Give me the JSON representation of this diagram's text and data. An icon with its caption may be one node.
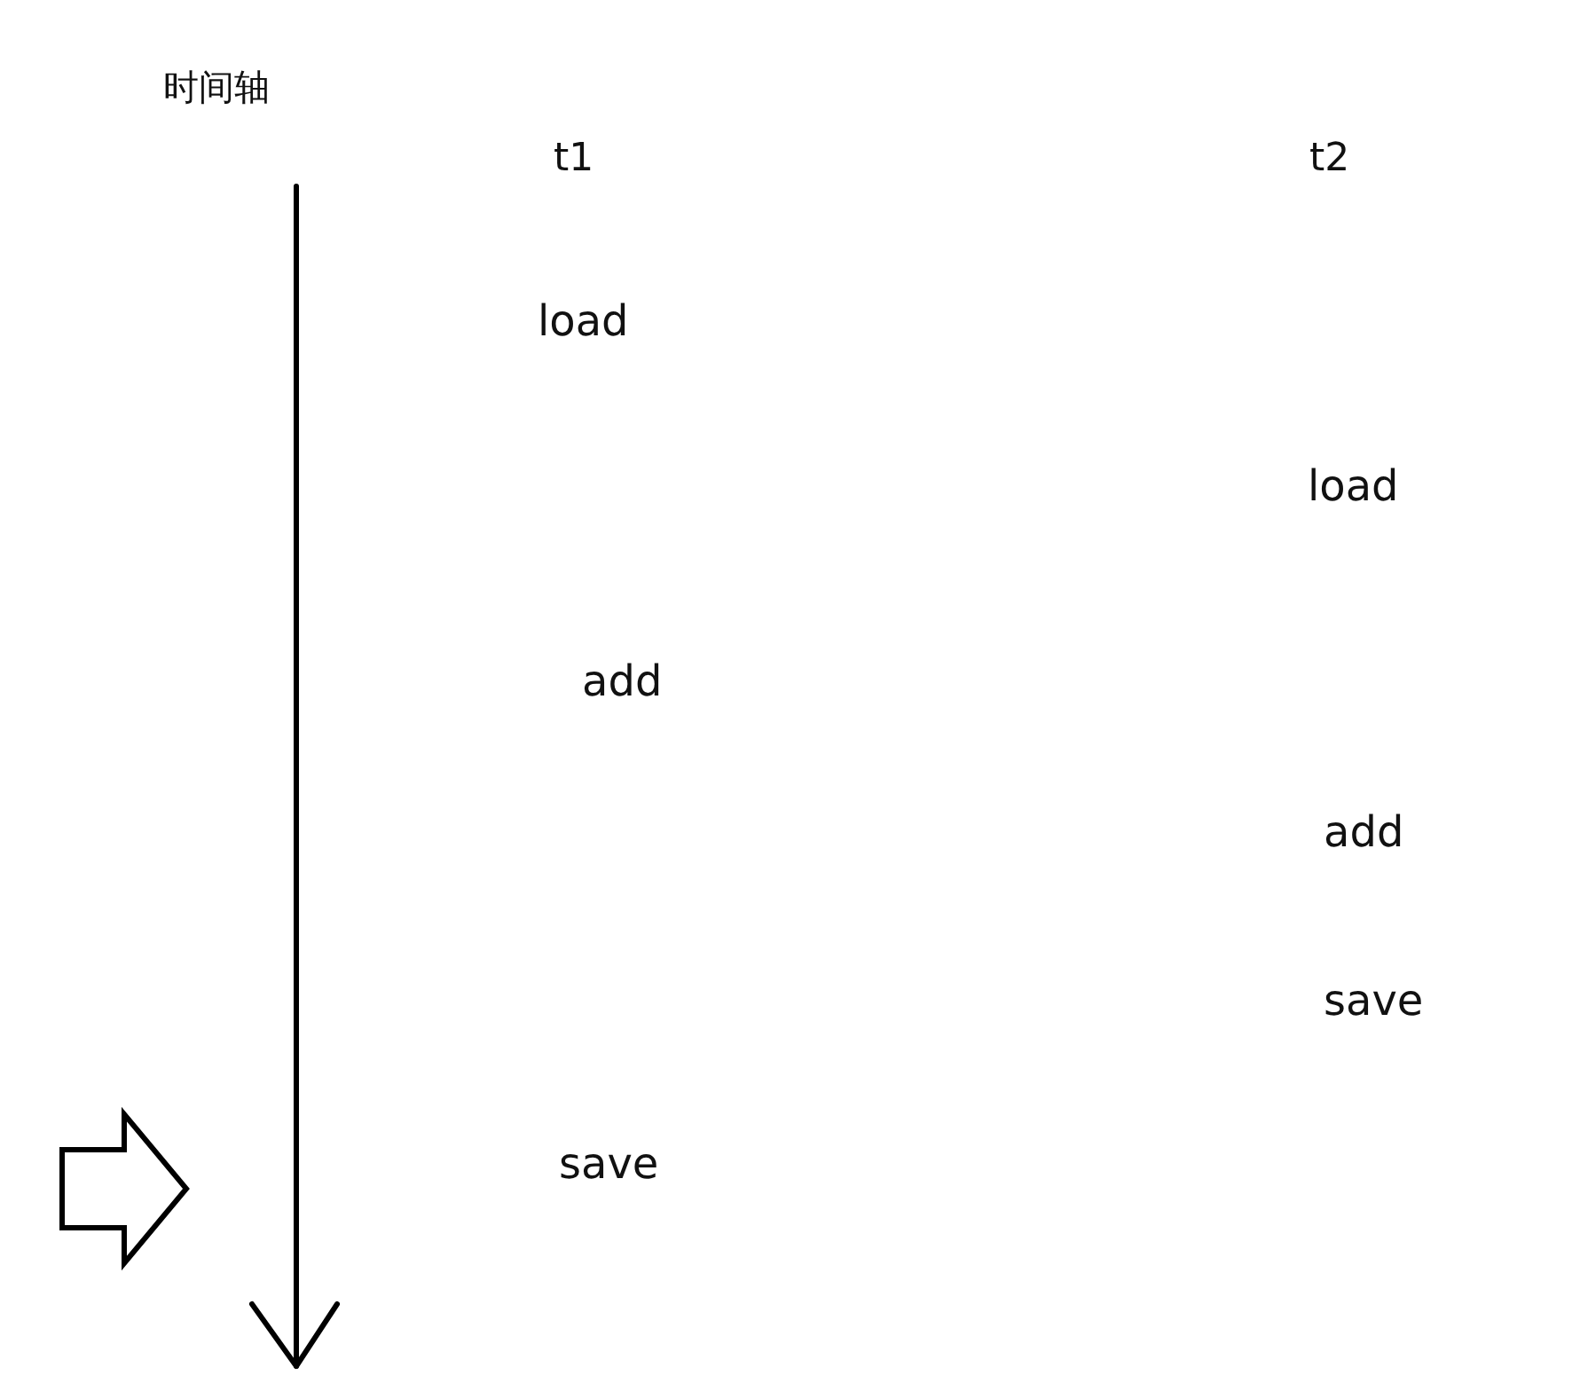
{
  "diagram": {
    "labels": [
      "时间轴",
      "t1",
      "t2",
      "load",
      "load",
      "add",
      "add",
      "save",
      "save"
    ]
  }
}
